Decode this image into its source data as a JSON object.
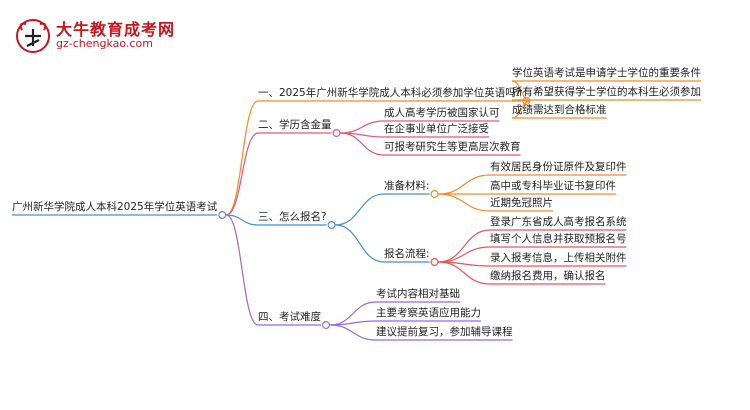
{
  "logo": {
    "brand": "大牛教育成考网",
    "site": "gz-chengkao.com"
  },
  "mindmap": {
    "root": "广州新华学院成人本科2025年学位英语考试",
    "branches": [
      {
        "label": "一、2025年广州新华学院成人本科必须参加学位英语吗?",
        "color": "#f28c28",
        "children": [
          {
            "label": "学位英语考试是申请学士学位的重要条件"
          },
          {
            "label": "所有希望获得学士学位的本科生必须参加"
          },
          {
            "label": "成绩需达到合格标准"
          }
        ]
      },
      {
        "label": "二、学历含金量",
        "color": "#e05a7a",
        "children": [
          {
            "label": "成人高考学历被国家认可"
          },
          {
            "label": "在企事业单位广泛接受"
          },
          {
            "label": "可报考研究生等更高层次教育"
          }
        ]
      },
      {
        "label": "三、怎么报名?",
        "color": "#4a8fc8",
        "children": [
          {
            "label": "准备材料:",
            "color": "#f28c28",
            "children": [
              {
                "label": "有效居民身份证原件及复印件"
              },
              {
                "label": "高中或专科毕业证书复印件"
              },
              {
                "label": "近期免冠照片"
              }
            ]
          },
          {
            "label": "报名流程:",
            "color": "#e05a5a",
            "children": [
              {
                "label": "登录广东省成人高考报名系统"
              },
              {
                "label": "填写个人信息并获取预报名号"
              },
              {
                "label": "录入报考信息，上传相关附件"
              },
              {
                "label": "缴纳报名费用，确认报名"
              }
            ]
          }
        ]
      },
      {
        "label": "四、考试难度",
        "color": "#9b6bd0",
        "children": [
          {
            "label": "考试内容相对基础"
          },
          {
            "label": "主要考察英语应用能力"
          },
          {
            "label": "建议提前复习，参加辅导课程"
          }
        ]
      }
    ]
  }
}
